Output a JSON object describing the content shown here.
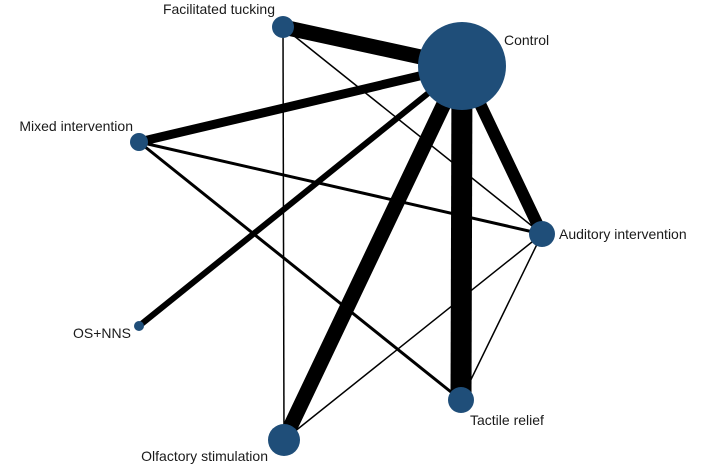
{
  "diagram": {
    "type": "network-meta-analysis-graph",
    "colors": {
      "node": "#1f4e79",
      "edge": "#000000",
      "label": "#1a1a1a"
    },
    "nodes": [
      {
        "id": "control",
        "label": "Control",
        "weight": 10
      },
      {
        "id": "facilitated_tucking",
        "label": "Facilitated tucking",
        "weight": 2
      },
      {
        "id": "mixed_intervention",
        "label": "Mixed intervention",
        "weight": 2
      },
      {
        "id": "os_nns",
        "label": "OS+NNS",
        "weight": 1
      },
      {
        "id": "olfactory_stimulation",
        "label": "Olfactory stimulation",
        "weight": 3
      },
      {
        "id": "tactile_relief",
        "label": "Tactile relief",
        "weight": 3
      },
      {
        "id": "auditory_intervention",
        "label": "Auditory intervention",
        "weight": 3
      }
    ],
    "edges": [
      {
        "from": "control",
        "to": "facilitated_tucking",
        "weight": 5
      },
      {
        "from": "control",
        "to": "mixed_intervention",
        "weight": 3
      },
      {
        "from": "control",
        "to": "os_nns",
        "weight": 2
      },
      {
        "from": "control",
        "to": "olfactory_stimulation",
        "weight": 5
      },
      {
        "from": "control",
        "to": "tactile_relief",
        "weight": 7
      },
      {
        "from": "control",
        "to": "auditory_intervention",
        "weight": 4
      },
      {
        "from": "facilitated_tucking",
        "to": "olfactory_stimulation",
        "weight": 0.5
      },
      {
        "from": "facilitated_tucking",
        "to": "auditory_intervention",
        "weight": 0.5
      },
      {
        "from": "mixed_intervention",
        "to": "auditory_intervention",
        "weight": 1
      },
      {
        "from": "mixed_intervention",
        "to": "tactile_relief",
        "weight": 1
      },
      {
        "from": "olfactory_stimulation",
        "to": "auditory_intervention",
        "weight": 0.5
      },
      {
        "from": "tactile_relief",
        "to": "auditory_intervention",
        "weight": 0.5
      }
    ]
  }
}
